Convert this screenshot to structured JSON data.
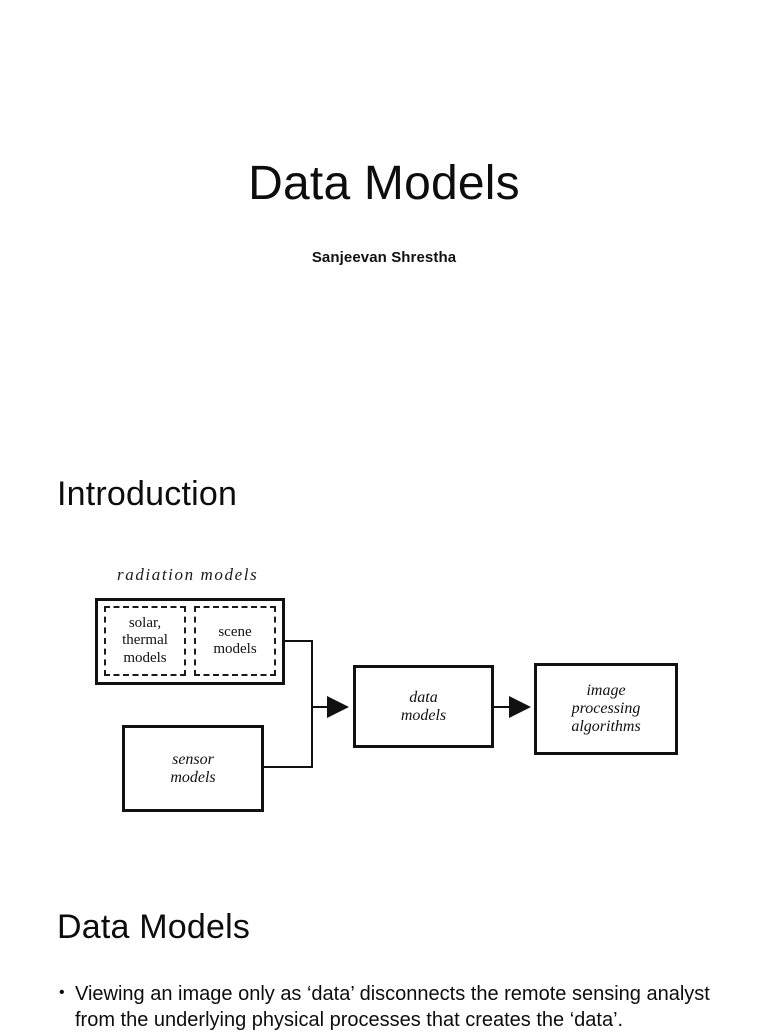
{
  "slide_title": {
    "title": "Data Models",
    "author": "Sanjeevan Shrestha"
  },
  "sections": {
    "introduction_heading": "Introduction",
    "data_models_heading": "Data Models"
  },
  "figure": {
    "caption": "radiation  models",
    "boxes": {
      "solar_thermal": "solar,\nthermal\nmodels",
      "scene": "scene\nmodels",
      "sensor": "sensor\nmodels",
      "data_models": "data\nmodels",
      "image_processing": "image\nprocessing\nalgorithms"
    }
  },
  "data_models_bullets": [
    "Viewing an image only as ‘data’ disconnects the remote sensing analyst from the underlying physical processes that creates the ‘data’."
  ]
}
